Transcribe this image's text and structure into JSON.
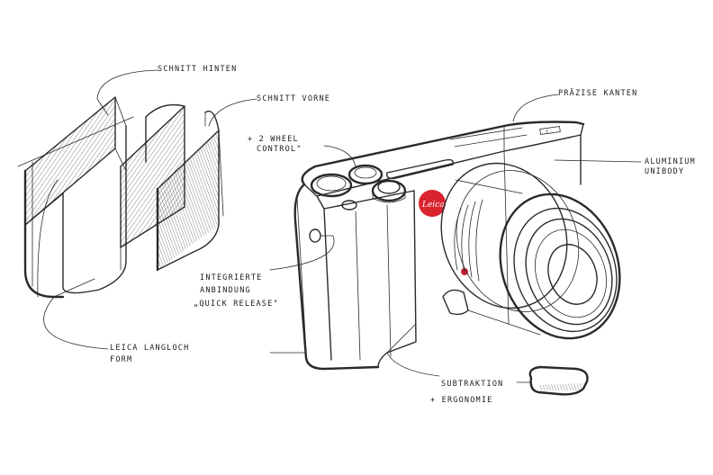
{
  "annotations": {
    "schnitt_hinten": "Schnitt Hinten",
    "schnitt_vorne": "Schnitt Vorne",
    "wheel_control_1": "+ 2 Wheel",
    "wheel_control_2": "Control\"",
    "praezise_kanten": "Präzise Kanten",
    "aluminium_1": "Aluminium",
    "aluminium_2": "Unibody",
    "integrierte_1": "Integrierte",
    "integrierte_2": "Anbindung",
    "integrierte_3": "„Quick Release\"",
    "leica_langloch_1": "Leica Langloch",
    "leica_langloch_2": "Form",
    "subtraktion": "Subtraktion",
    "ergonomie": "+ Ergonomie"
  },
  "camera": {
    "logo_text": "Leica",
    "model_text": "T",
    "accent_color": "#d9232d"
  },
  "colors": {
    "ink": "#2a2a2a",
    "paper": "#ffffff"
  }
}
